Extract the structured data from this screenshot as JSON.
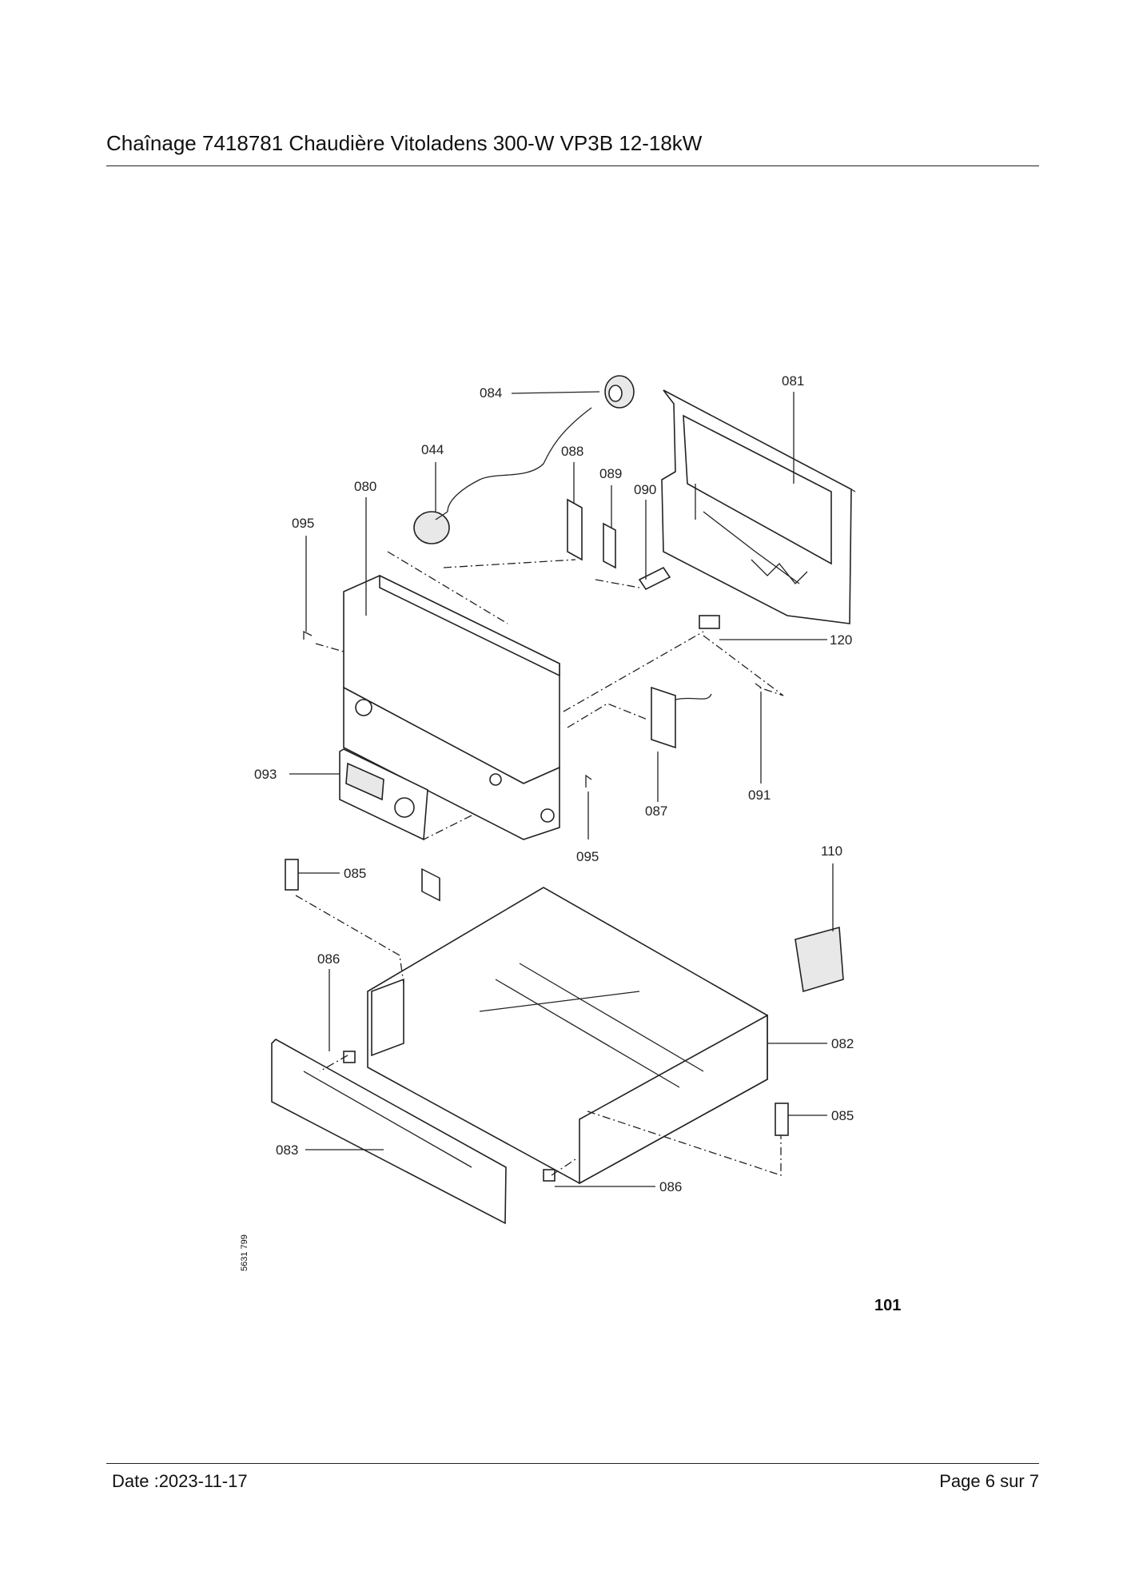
{
  "header": {
    "title": "Chaînage 7418781 Chaudière Vitoladens 300-W VP3B 12-18kW"
  },
  "diagram": {
    "figure_number": "101",
    "drawing_id": "5631 799",
    "callouts": {
      "c084": "084",
      "c081": "081",
      "c044": "044",
      "c088": "088",
      "c089": "089",
      "c090": "090",
      "c080": "080",
      "c095a": "095",
      "c120": "120",
      "c093": "093",
      "c087": "087",
      "c091": "091",
      "c095b": "095",
      "c110": "110",
      "c085a": "085",
      "c086a": "086",
      "c082": "082",
      "c085b": "085",
      "c083": "083",
      "c086b": "086"
    }
  },
  "footer": {
    "date": "Date :2023-11-17",
    "page": "Page 6 sur  7"
  }
}
